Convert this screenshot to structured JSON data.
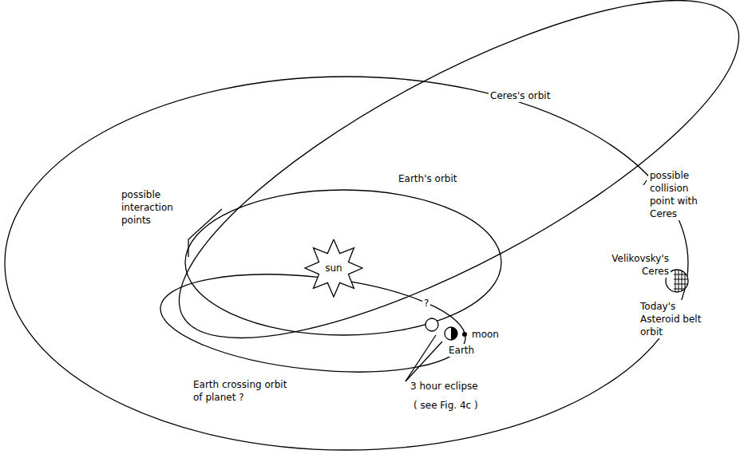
{
  "diagram": {
    "nodes": [
      {
        "text": [
          "sun"
        ]
      }
    ],
    "labels": [
      "Ceres's orbit",
      "Earth's orbit",
      "possible interaction points",
      "possible collision point with Ceres",
      "Velikovsky's Ceres",
      "?",
      "moon",
      "Earth",
      "Today's Asteroid belt orbit",
      "Earth crossing orbit of planet ?",
      "3 hour eclipse",
      "( see Fig. 4c )"
    ]
  }
}
